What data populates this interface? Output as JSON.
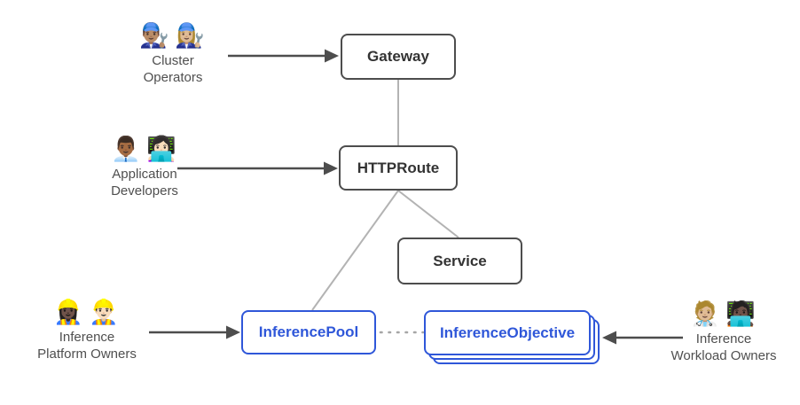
{
  "colors": {
    "background": "#ffffff",
    "node_border_dark": "#4d4d4d",
    "node_text_dark": "#333333",
    "node_blue": "#2f57d9",
    "connector_gray": "#b3b3b3",
    "dotted_gray": "#a6a6a6",
    "arrow_dark": "#4d4d4d",
    "actor_text": "#4f4f4f"
  },
  "nodes": {
    "gateway": {
      "label": "Gateway",
      "style": "dark-outline"
    },
    "httproute": {
      "label": "HTTPRoute",
      "style": "dark-outline"
    },
    "service": {
      "label": "Service",
      "style": "dark-outline"
    },
    "inference_pool": {
      "label": "InferencePool",
      "style": "blue-outline"
    },
    "inference_objective": {
      "label": "InferenceObjective",
      "style": "blue-outline",
      "stacked_count": 3
    }
  },
  "actors": {
    "cluster_operators": {
      "icons": [
        "👨🏽‍🔧",
        "👩🏼‍🔧"
      ],
      "icon_names": [
        "man-mechanic-icon",
        "woman-mechanic-icon"
      ],
      "line1": "Cluster",
      "line2": "Operators"
    },
    "application_developers": {
      "icons": [
        "👨🏾‍💼",
        "👩🏻‍💻"
      ],
      "icon_names": [
        "man-office-worker-icon",
        "woman-technologist-icon"
      ],
      "line1": "Application",
      "line2": "Developers"
    },
    "inference_platform_owners": {
      "icons": [
        "👷🏿‍♀️",
        "👷🏻‍♂️"
      ],
      "icon_names": [
        "woman-construction-worker-icon",
        "man-construction-worker-icon"
      ],
      "line1": "Inference",
      "line2": "Platform Owners"
    },
    "inference_workload_owners": {
      "icons": [
        "🧑🏼‍⚕️",
        "🧑🏿‍💻"
      ],
      "icon_names": [
        "health-worker-icon",
        "technologist-icon"
      ],
      "line1": "Inference",
      "line2": "Workload Owners"
    }
  },
  "edges": [
    {
      "from": "cluster_operators",
      "to": "gateway",
      "style": "solid-arrow"
    },
    {
      "from": "application_developers",
      "to": "httproute",
      "style": "solid-arrow"
    },
    {
      "from": "inference_platform_owners",
      "to": "inference_pool",
      "style": "solid-arrow"
    },
    {
      "from": "inference_workload_owners",
      "to": "inference_objective",
      "style": "solid-arrow"
    },
    {
      "from": "gateway",
      "to": "httproute",
      "style": "plain-line"
    },
    {
      "from": "httproute",
      "to": "inference_pool",
      "style": "plain-line"
    },
    {
      "from": "httproute",
      "to": "service",
      "style": "plain-line"
    },
    {
      "from": "inference_pool",
      "to": "inference_objective",
      "style": "dotted-line"
    }
  ]
}
